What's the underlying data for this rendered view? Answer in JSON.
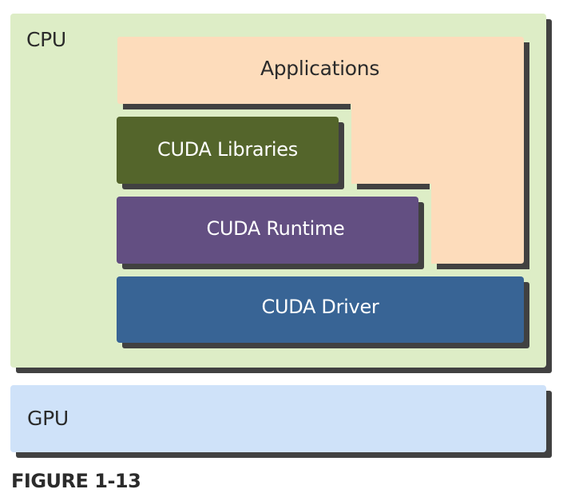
{
  "diagram": {
    "cpu": {
      "label": "CPU",
      "color": "#ddedc6"
    },
    "gpu": {
      "label": "GPU",
      "color": "#cfe2f9"
    },
    "layers": {
      "applications": {
        "label": "Applications",
        "color": "#fddcbb",
        "text_color": "#2b2b2b"
      },
      "libraries": {
        "label": "CUDA Libraries",
        "color": "#54652b",
        "text_color": "#ffffff"
      },
      "runtime": {
        "label": "CUDA Runtime",
        "color": "#634f82",
        "text_color": "#ffffff"
      },
      "driver": {
        "label": "CUDA Driver",
        "color": "#386495",
        "text_color": "#ffffff"
      }
    },
    "shadow_color": "#414141"
  },
  "caption": "FIGURE 1-13"
}
